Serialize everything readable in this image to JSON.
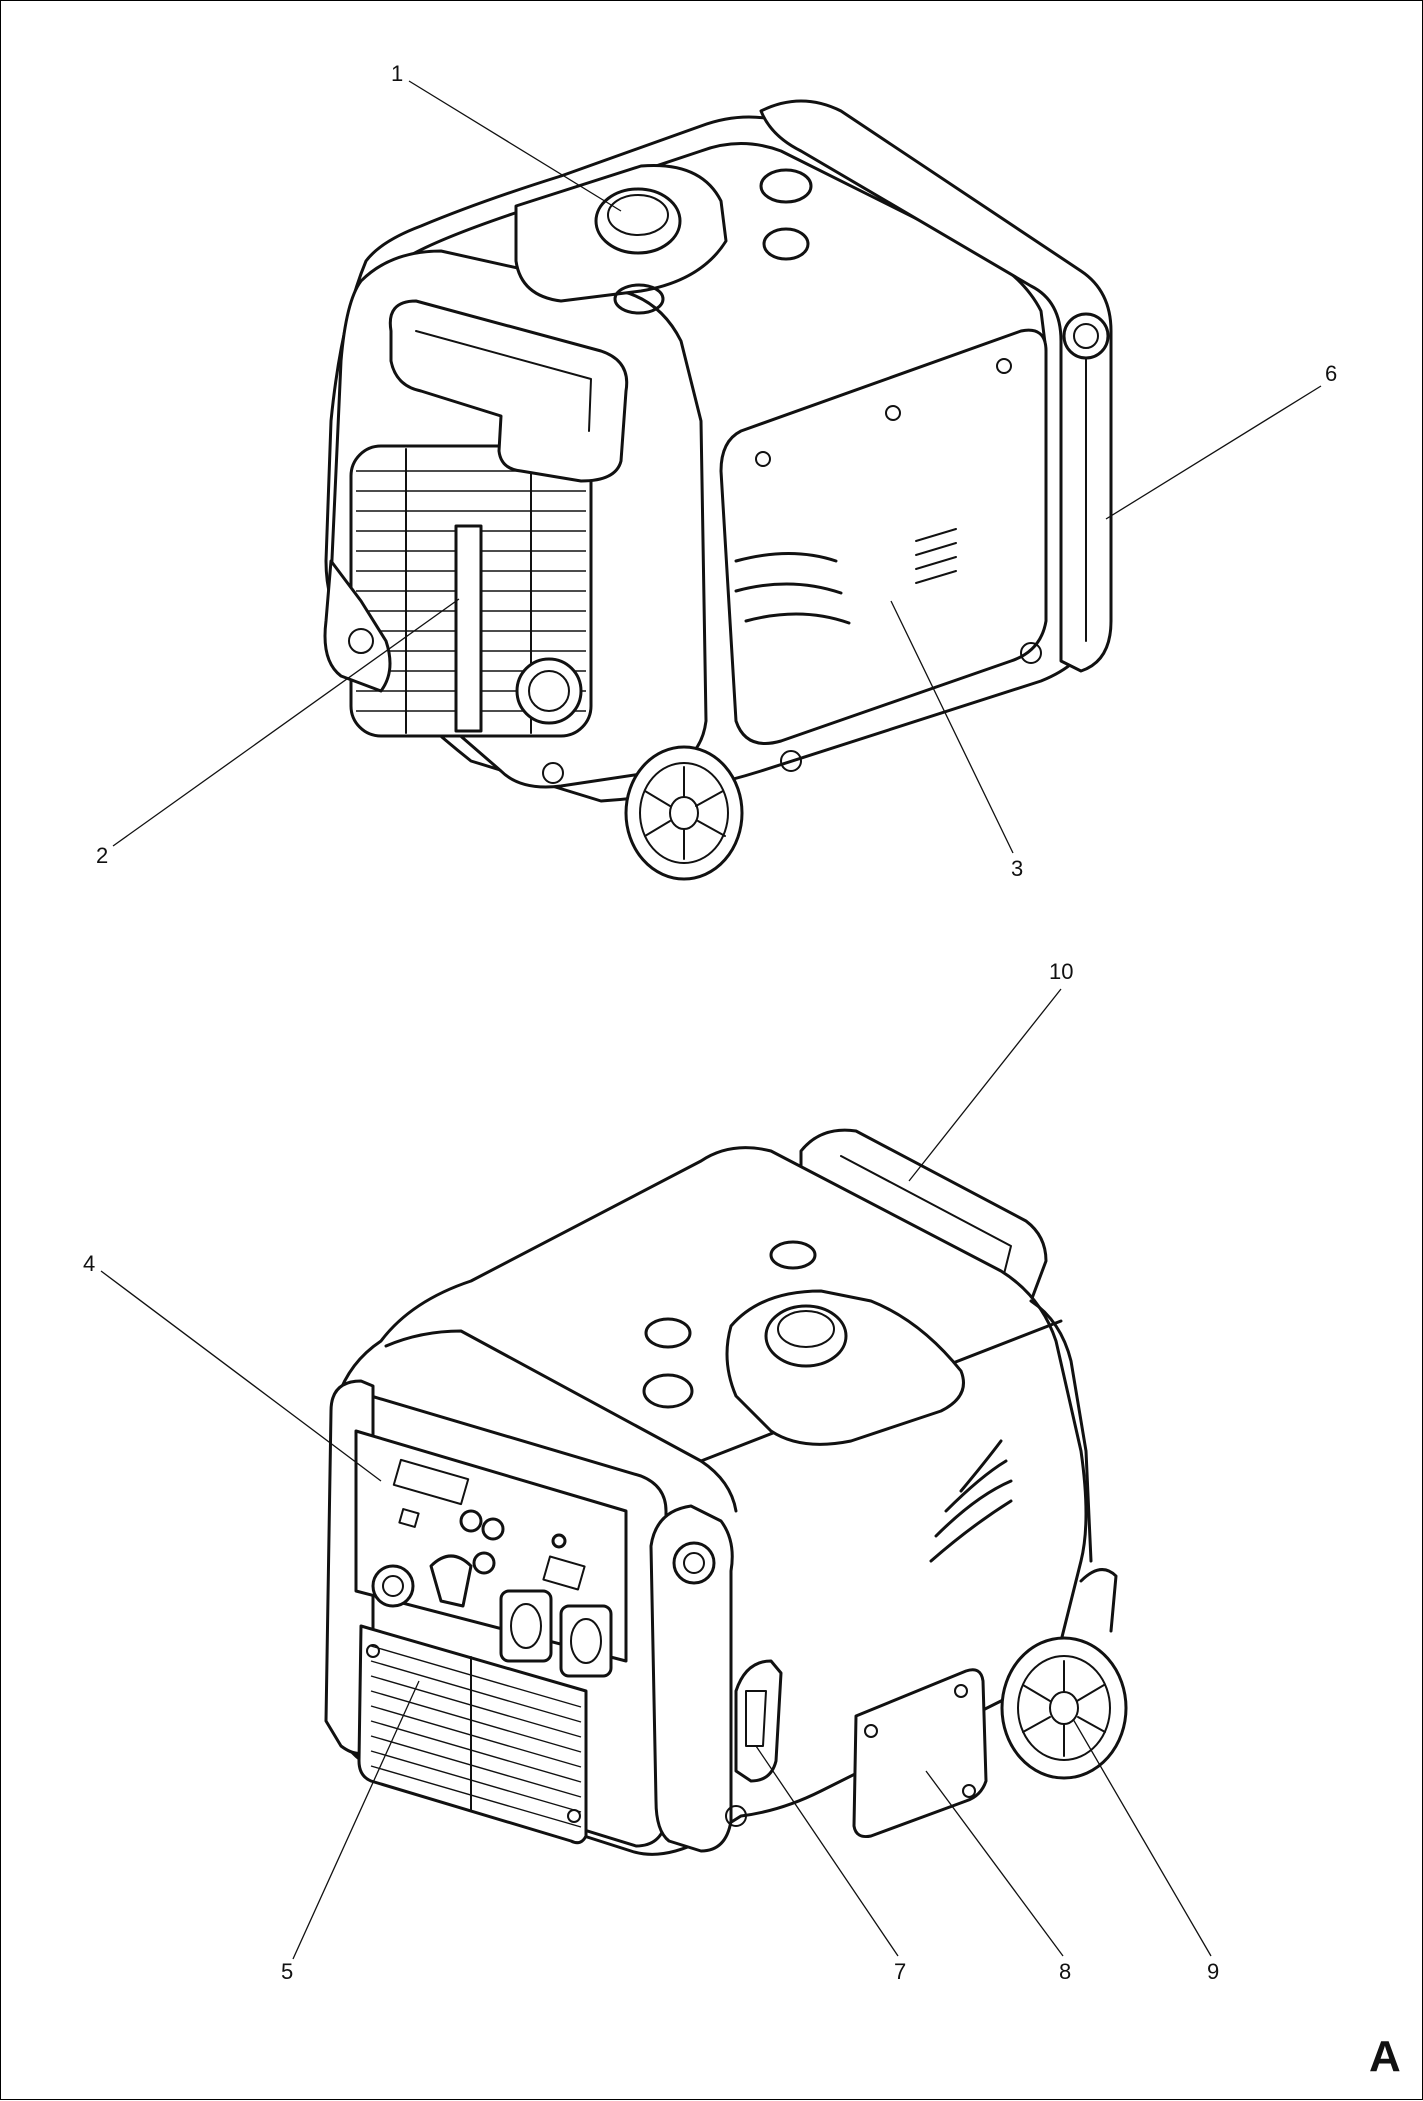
{
  "figure_letter": "A",
  "callouts": {
    "c1": "1",
    "c2": "2",
    "c3": "3",
    "c4": "4",
    "c5": "5",
    "c6": "6",
    "c7": "7",
    "c8": "8",
    "c9": "9",
    "c10": "10"
  }
}
